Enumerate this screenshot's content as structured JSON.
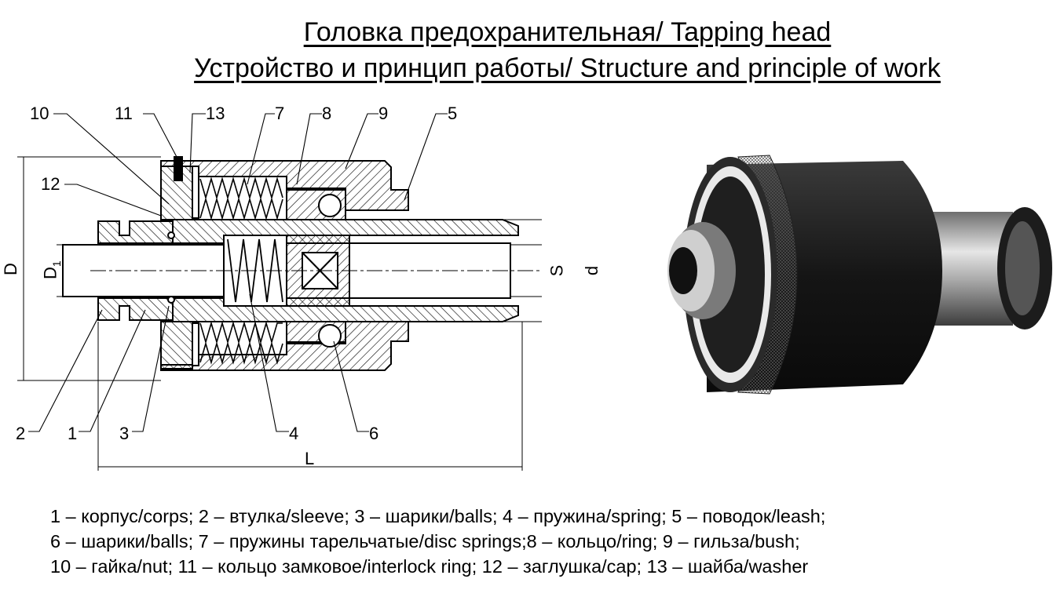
{
  "title": {
    "line1": "Головка предохранительная/ Tapping head",
    "line2": "Устройство и принцип работы/ Structure and principle of work"
  },
  "callouts": {
    "c10": "10",
    "c11": "11",
    "c13": "13",
    "c7": "7",
    "c8": "8",
    "c9": "9",
    "c5": "5",
    "c12": "12",
    "c2": "2",
    "c1": "1",
    "c3": "3",
    "c4": "4",
    "c6": "6"
  },
  "dimensions": {
    "D": "D",
    "D1": "D",
    "D1_sub": "1",
    "S": "S",
    "d": "d",
    "L": "L"
  },
  "legend": {
    "line1": "1 – корпус/corps; 2 – втулка/sleeve; 3 – шарики/balls; 4 – пружина/spring; 5 – поводок/leash;",
    "line2": "6 – шарики/balls; 7 – пружины тарельчатые/disc springs;8 – кольцо/ring; 9 – гильза/bush;",
    "line3": "10 – гайка/nut; 11 – кольцо замковое/interlock ring; 12 – заглушка/cap; 13 – шайба/washer"
  },
  "colors": {
    "ink": "#000000",
    "hatch": "#000000",
    "photo_body": "#1a1a1a",
    "photo_shank": "#b8b8b8"
  }
}
